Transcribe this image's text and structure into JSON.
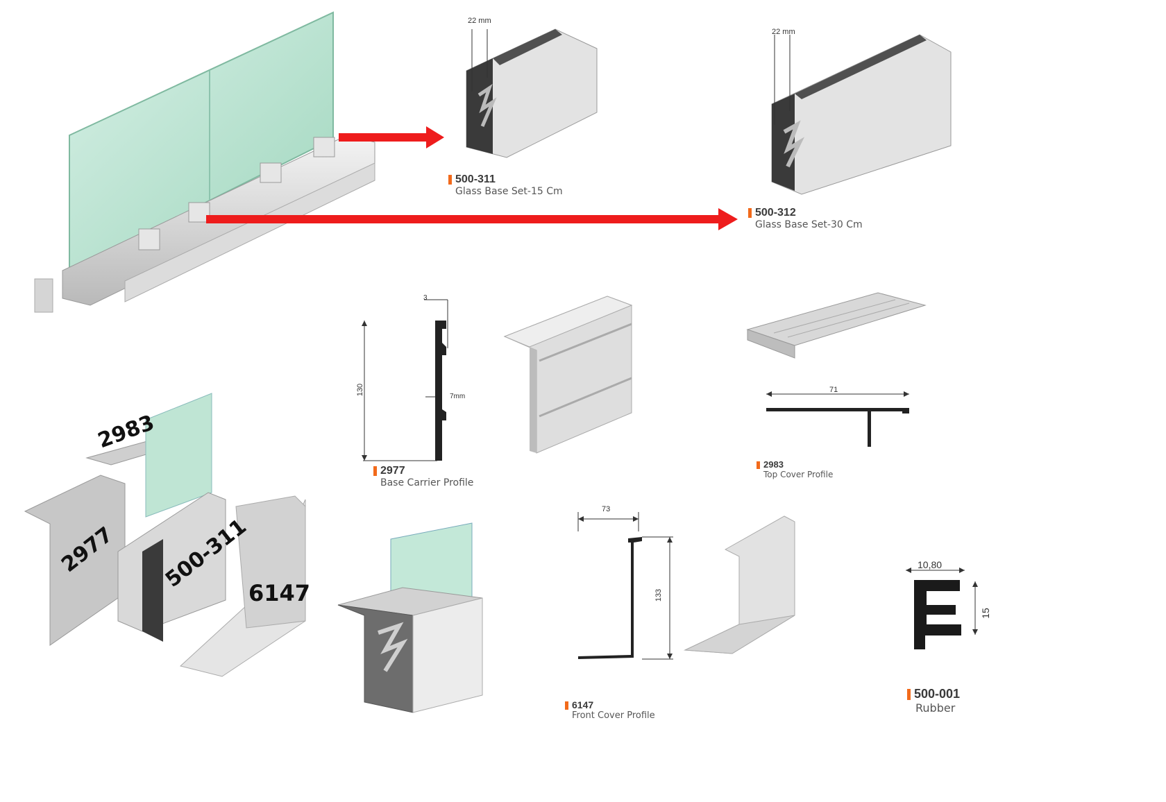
{
  "dimensions": {
    "d_22mm_a": "22 mm",
    "d_22mm_b": "22 mm",
    "d_130": "130",
    "d_3": "3",
    "d_7mm": "7mm",
    "d_71": "71",
    "d_73": "73",
    "d_133": "133",
    "d_1080": "10,80",
    "d_15": "15"
  },
  "products": {
    "p500_311": {
      "code": "500-311",
      "name": "Glass Base Set-15 Cm"
    },
    "p500_312": {
      "code": "500-312",
      "name": "Glass Base Set-30 Cm"
    },
    "p2977": {
      "code": "2977",
      "name": "Base Carrier Profile"
    },
    "p2983": {
      "code": "2983",
      "name": "Top Cover Profile"
    },
    "p6147": {
      "code": "6147",
      "name": "Front Cover Profile"
    },
    "p500_001": {
      "code": "500-001",
      "name": "Rubber"
    }
  },
  "assembly_labels": {
    "l2983": "2983",
    "l2977": "2977",
    "l500_311": "500-311",
    "l6147": "6147"
  },
  "colors": {
    "arrow": "#ee1c1c",
    "accent": "#f26a1b",
    "glass": "#a9d9c4"
  }
}
